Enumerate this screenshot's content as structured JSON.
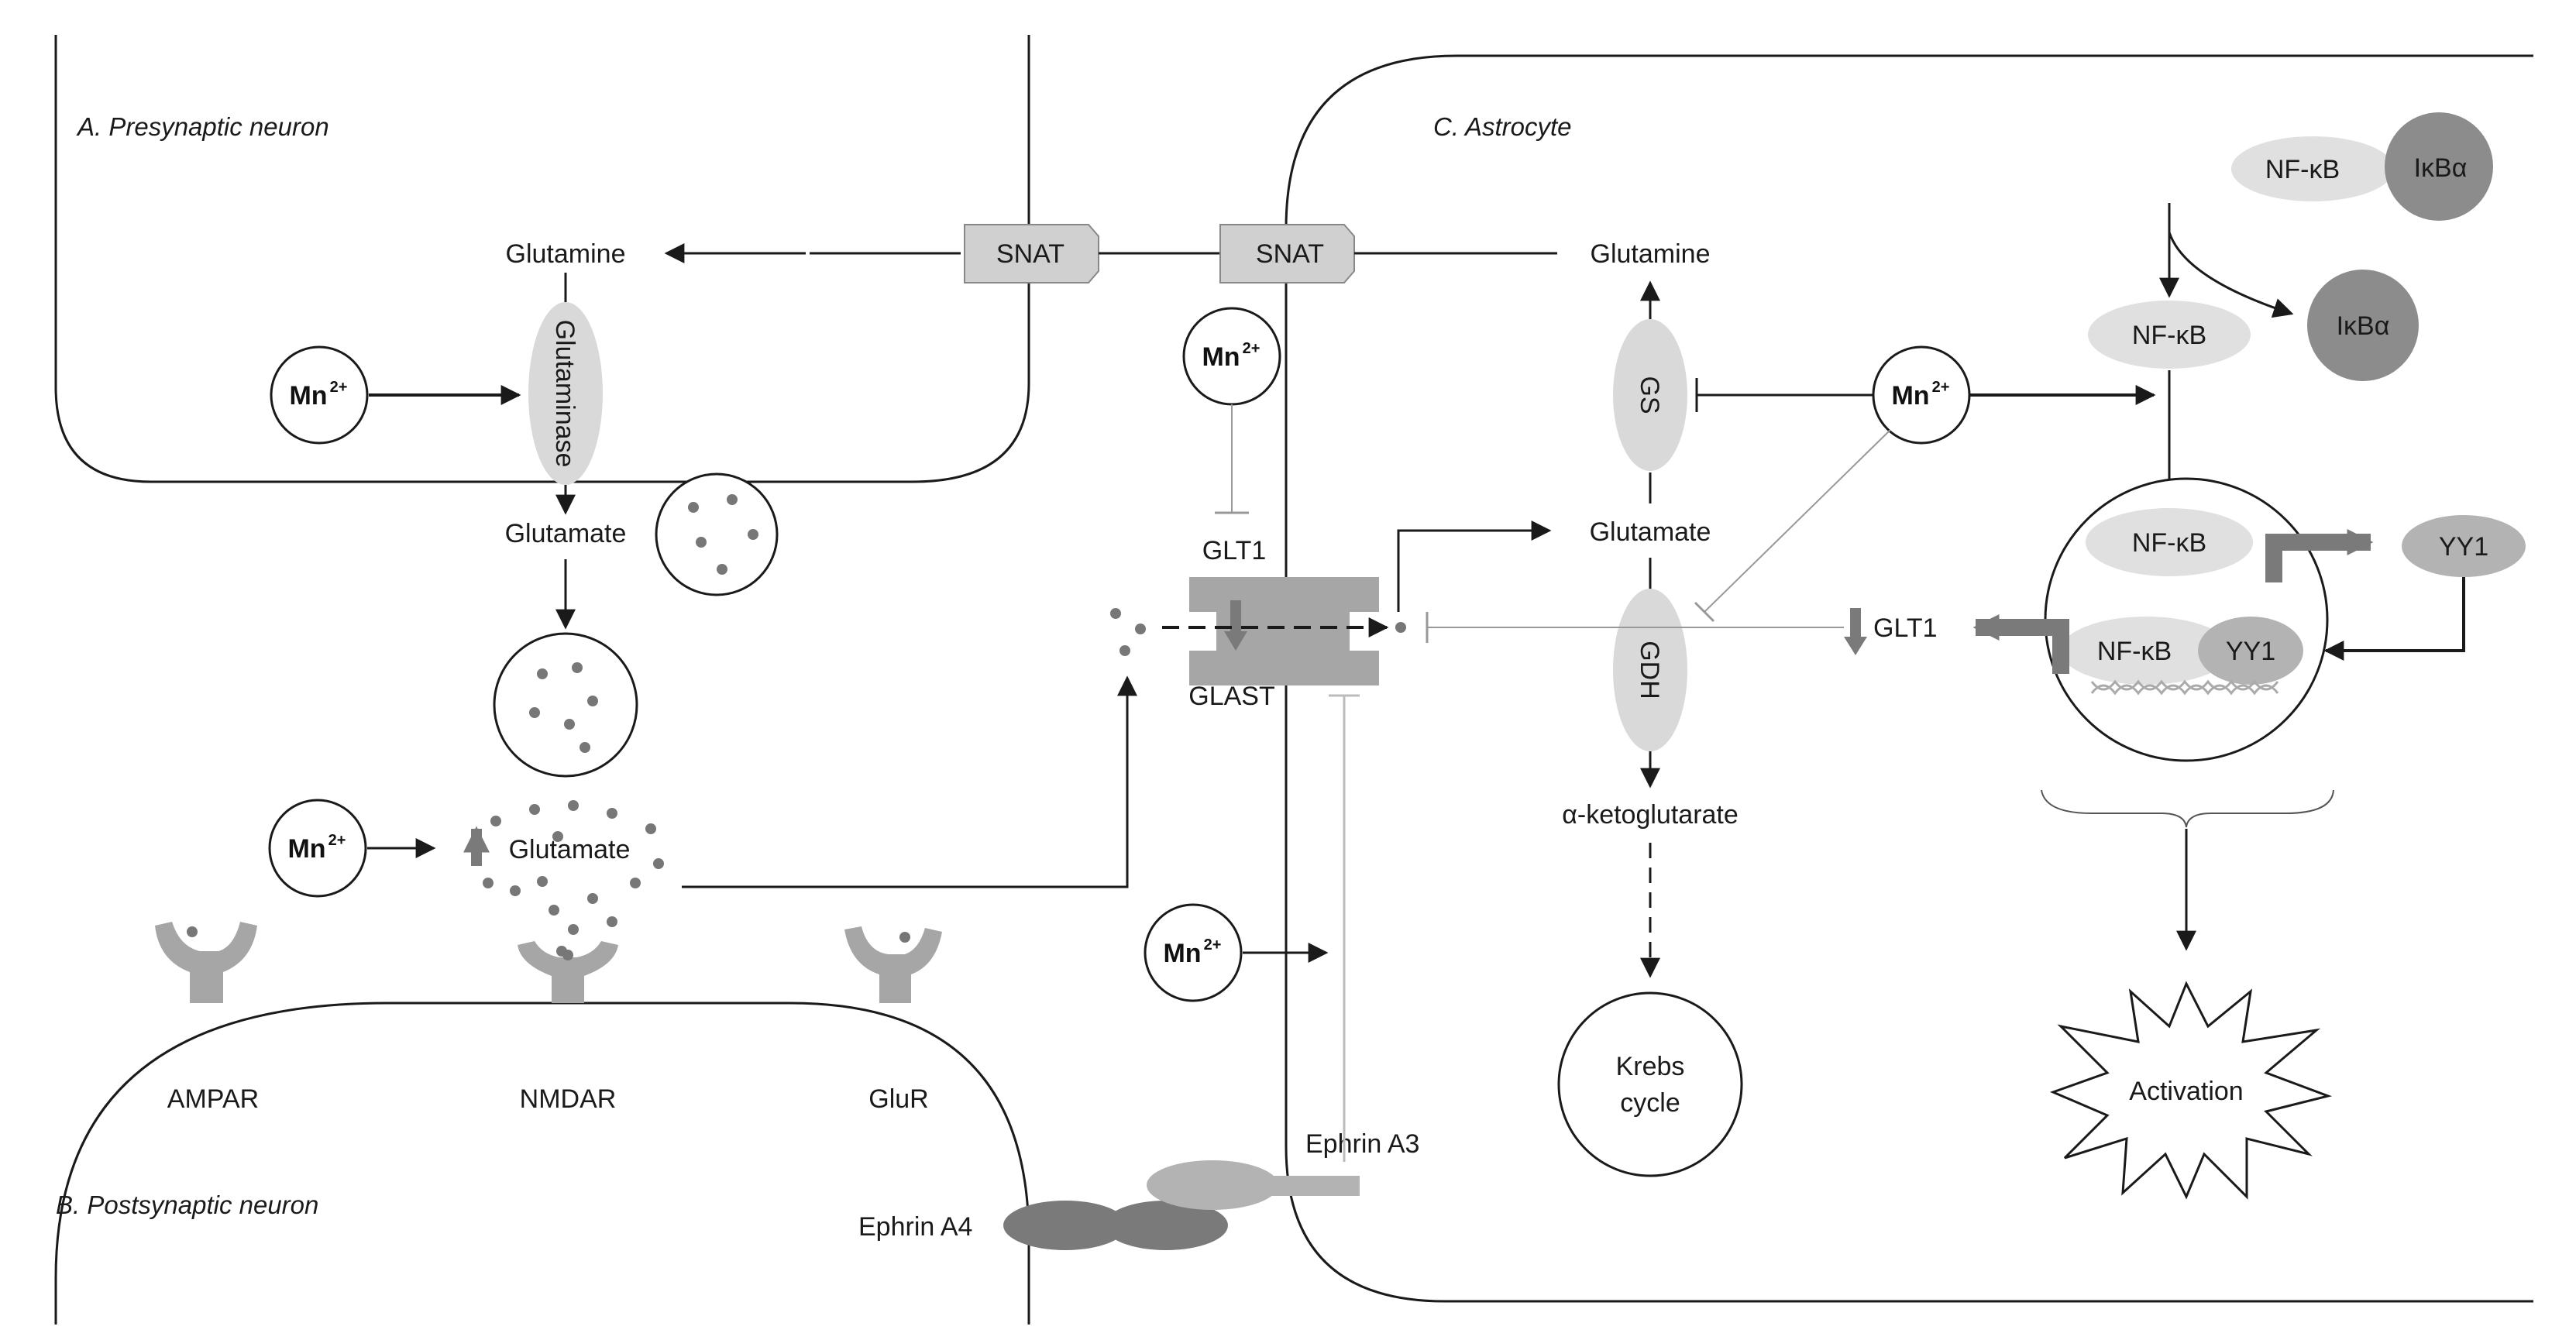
{
  "sections": {
    "presynaptic": "A. Presynaptic neuron",
    "postsynaptic": "B. Postsynaptic neuron",
    "astrocyte": "C. Astrocyte"
  },
  "labels": {
    "snat_left": "SNAT",
    "snat_right": "SNAT",
    "glutamine_neuron": "Glutamine",
    "glutaminase": "Glutaminase",
    "glutamate_neuron": "Glutamate",
    "glutamate_synapse": "Glutamate",
    "glutamine_astro": "Glutamine",
    "gs": "GS",
    "glutamate_astro": "Glutamate",
    "gdh": "GDH",
    "alpha_ketoglutarate": "α-ketoglutarate",
    "krebs_line1": "Krebs",
    "krebs_line2": "cycle",
    "glt1_top": "GLT1",
    "glast": "GLAST",
    "glt1_right": "GLT1",
    "ampar": "AMPAR",
    "nmdar": "NMDAR",
    "glur": "GluR",
    "ephrin_a3": "Ephrin A3",
    "ephrin_a4": "Ephrin A4",
    "nfkb_1": "NF-κB",
    "ikba_1": "IκBα",
    "nfkb_2": "NF-κB",
    "ikba_2": "IκBα",
    "nfkb_3": "NF-κB",
    "yy1_1": "YY1",
    "nfkb_4": "NF-κB",
    "yy1_2": "YY1",
    "activation": "Activation",
    "mn_base": "Mn",
    "mn_sup": "2+"
  },
  "colors": {
    "line": "#1a1a1a",
    "light_gray": "#d9d9d9",
    "mid_gray": "#a6a6a6",
    "dark_gray": "#7a7a7a",
    "dot": "#777777"
  }
}
